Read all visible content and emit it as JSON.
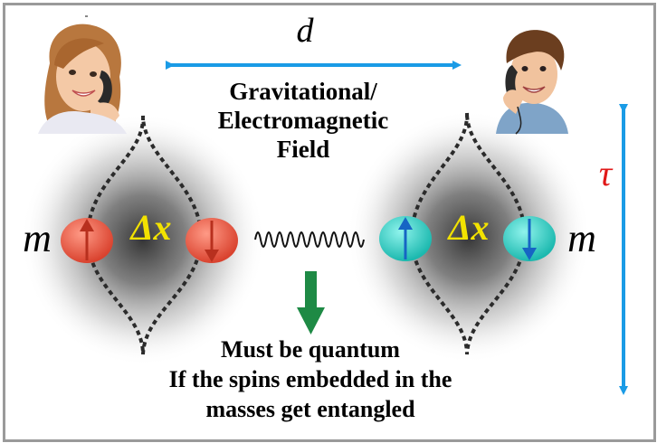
{
  "labels": {
    "distance": "d",
    "field_line1": "Gravitational/",
    "field_line2": "Electromagnetic",
    "field_line3": "Field",
    "time": "τ",
    "mass_left": "m",
    "mass_right": "m",
    "delta_x_left": "Δx",
    "delta_x_right": "Δx",
    "conclusion_line1": "Must be quantum",
    "conclusion_line2": "If the spins embedded in the",
    "conclusion_line3": "masses get entangled"
  },
  "colors": {
    "blue_arrow": "#1a9be6",
    "red_spin": "#e8604c",
    "cyan_spin": "#2ed1c8",
    "green_arrow": "#1e8a45",
    "delta_x": "#f2e200",
    "tau": "#e01818"
  }
}
